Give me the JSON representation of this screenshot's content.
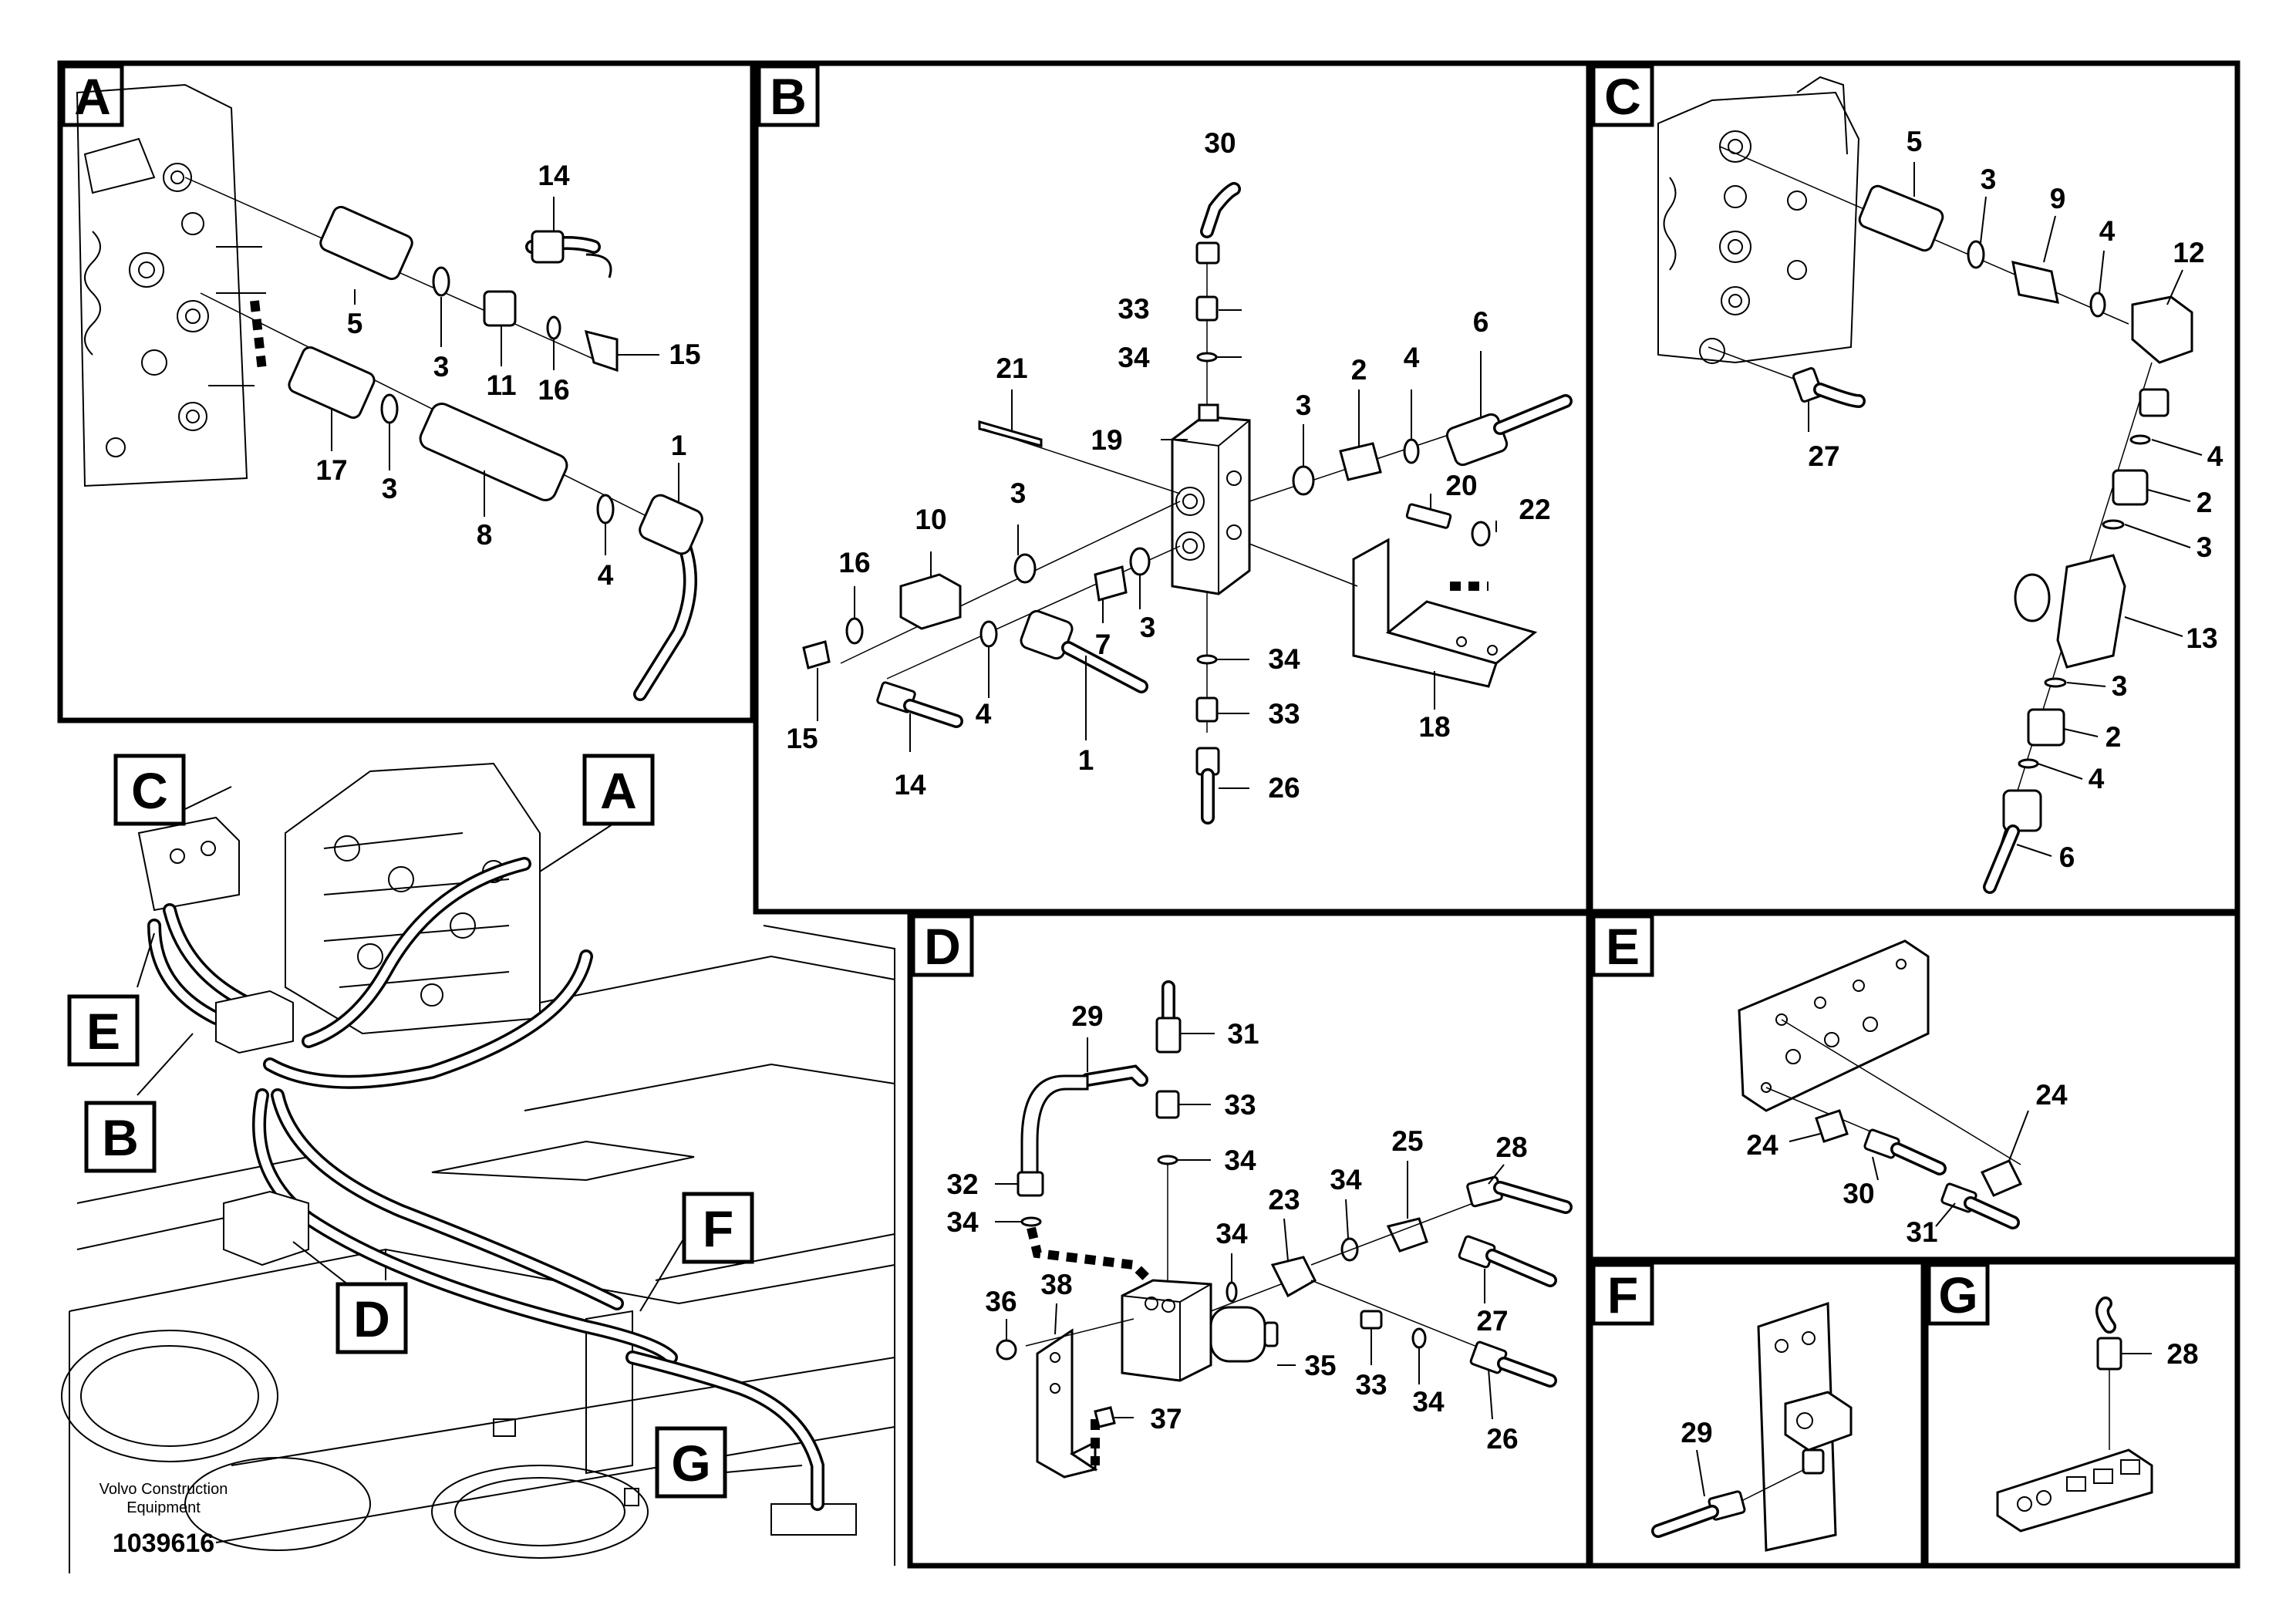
{
  "panels": {
    "A": {
      "tag": "A",
      "callouts": [
        "14",
        "5",
        "3",
        "11",
        "16",
        "15",
        "17",
        "3",
        "8",
        "4",
        "1"
      ]
    },
    "B": {
      "tag": "B",
      "callouts": [
        "30",
        "33",
        "34",
        "21",
        "19",
        "3",
        "2",
        "4",
        "6",
        "10",
        "3",
        "16",
        "7",
        "3",
        "20",
        "22",
        "34",
        "33",
        "4",
        "1",
        "15",
        "14",
        "26",
        "18"
      ]
    },
    "C": {
      "tag": "C",
      "callouts": [
        "5",
        "3",
        "9",
        "4",
        "12",
        "27",
        "4",
        "2",
        "3",
        "13",
        "3",
        "2",
        "4",
        "6"
      ]
    },
    "D": {
      "tag": "D",
      "callouts": [
        "29",
        "31",
        "33",
        "32",
        "34",
        "34",
        "28",
        "25",
        "34",
        "23",
        "34",
        "36",
        "38",
        "35",
        "33",
        "34",
        "27",
        "26",
        "37"
      ]
    },
    "E": {
      "tag": "E",
      "callouts": [
        "24",
        "24",
        "30",
        "31"
      ]
    },
    "F": {
      "tag": "F",
      "callouts": [
        "29"
      ]
    },
    "G": {
      "tag": "G",
      "callouts": [
        "28"
      ]
    },
    "overview": {
      "tags": [
        "C",
        "A",
        "E",
        "B",
        "F",
        "D",
        "G"
      ]
    }
  },
  "footer": {
    "line1": "Volvo Construction",
    "line2": "Equipment",
    "doc_number": "1039616"
  }
}
